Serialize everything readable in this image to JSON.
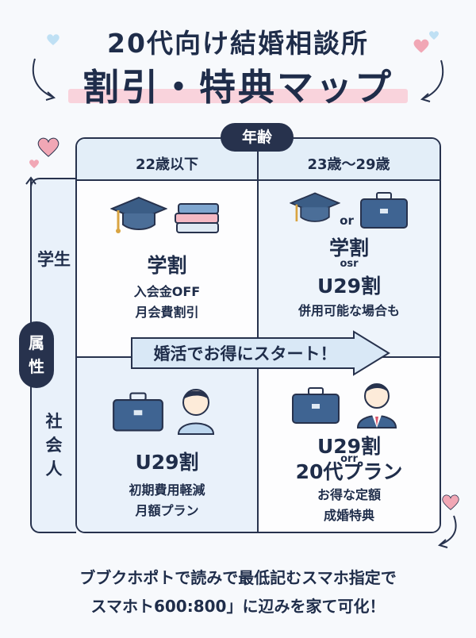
{
  "title": {
    "line1": "20代向け結婚相談所",
    "line2": "割引・特典マップ"
  },
  "axes": {
    "age_label": "年齢",
    "attribute_label": "属性",
    "col1": "22歳以下",
    "col2": "23歳〜29歳",
    "row1": "学生",
    "row2": "社会人"
  },
  "cells": {
    "student_young": {
      "title": "学割",
      "line1": "入会金OFF",
      "line2": "月会費割引"
    },
    "student_older": {
      "or_icon": "or",
      "title": "学割",
      "or_mid": "osr",
      "title2": "U29割",
      "note": "併用可能な場合も"
    },
    "worker_young": {
      "title": "U29割",
      "line1": "初期費用軽減",
      "line2": "月額プラン"
    },
    "worker_older": {
      "title": "U29割",
      "or_mid": "orr",
      "title2": "20代プラン",
      "line1": "お得な定額",
      "line2": "成婚特典"
    }
  },
  "arrow_text": "婚活でお得にスタート！",
  "footer": {
    "line1": "ブブクホポトで読みで最低記むスマホ指定で",
    "line2": "スマホト600:800」に辺みを家て可化！"
  },
  "icons": [
    "graduation-cap-icon",
    "books-icon",
    "briefcase-icon",
    "person-icon",
    "businessman-icon",
    "heart-icon",
    "curved-arrow-icon"
  ],
  "colors": {
    "navy": "#27324d",
    "pink": "#f9d3dc",
    "light_blue": "#e3eef8"
  }
}
